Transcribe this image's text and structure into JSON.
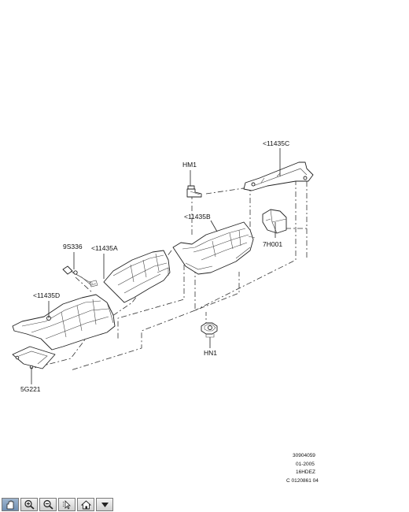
{
  "labels": {
    "p11435C": "<11435C",
    "pHM1": "HM1",
    "p11435B": "<11435B",
    "p7H001": "7H001",
    "p9S336": "9S336",
    "p11435A": "<11435A",
    "p11435D": "<11435D",
    "pHN1": "HN1",
    "p5G221": "5G221"
  },
  "reference": {
    "line1": "30904059",
    "line2": "01-2005",
    "line3": "16HDEZ",
    "line4": "C 0120861 04"
  },
  "toolbar": {
    "buttons": [
      "pan-icon",
      "zoom-in-icon",
      "zoom-out-icon",
      "select-icon",
      "home-icon",
      "dropdown-icon"
    ]
  }
}
